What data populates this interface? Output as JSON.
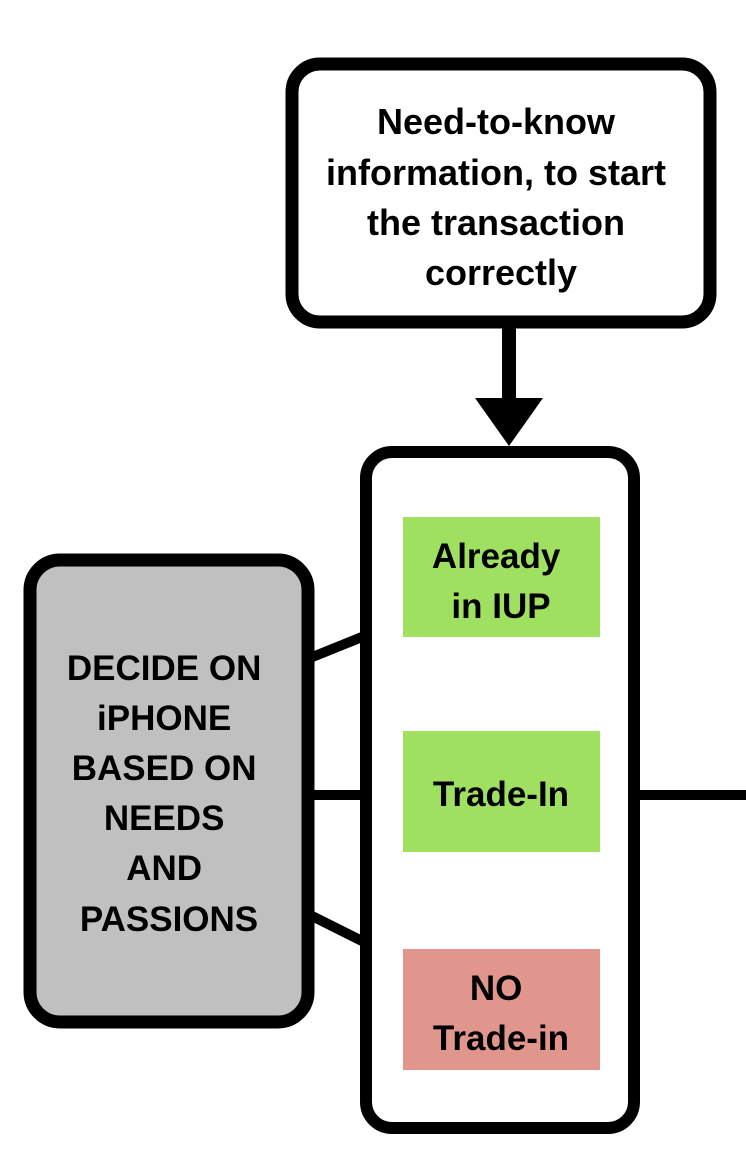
{
  "colors": {
    "outline": "#000000",
    "background": "#ffffff",
    "gray_box": "#c0c0c0",
    "green_option": "#a0e060",
    "red_option": "#e0968c"
  },
  "top_box": {
    "lines": [
      "Need-to-know",
      "information, to start",
      "the transaction",
      "correctly"
    ]
  },
  "left_box": {
    "lines": [
      "DECIDE ON",
      "iPHONE",
      "BASED ON",
      "NEEDS",
      "AND",
      "PASSIONS"
    ]
  },
  "options": [
    {
      "lines": [
        "Already",
        "in IUP"
      ]
    },
    {
      "lines": [
        "Trade-In"
      ]
    },
    {
      "lines": [
        "NO",
        "Trade-in"
      ]
    }
  ]
}
